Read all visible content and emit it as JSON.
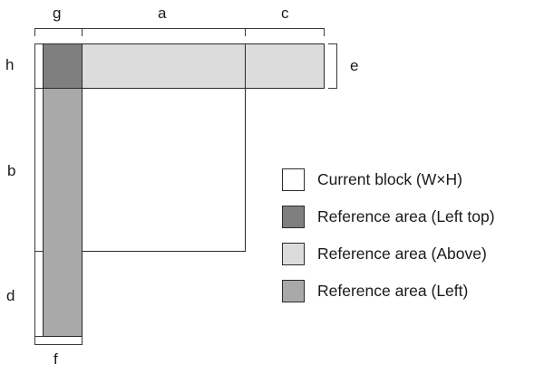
{
  "diagram": {
    "colors": {
      "current_block": "#ffffff",
      "ref_left_top": "#7f7f7f",
      "ref_above": "#dcdcdc",
      "ref_left": "#a9a9a9",
      "stroke": "#2b2b2b"
    },
    "dimension_labels": {
      "top_g": "g",
      "top_a": "a",
      "top_c": "c",
      "left_h": "h",
      "left_b": "b",
      "left_d": "d",
      "right_e": "e",
      "bottom_f": "f"
    }
  },
  "legend": {
    "items": [
      {
        "label": "Current block (W×H)",
        "color": "#ffffff"
      },
      {
        "label": "Reference area (Left top)",
        "color": "#7f7f7f"
      },
      {
        "label": "Reference area (Above)",
        "color": "#dcdcdc"
      },
      {
        "label": "Reference area (Left)",
        "color": "#a9a9a9"
      }
    ]
  }
}
